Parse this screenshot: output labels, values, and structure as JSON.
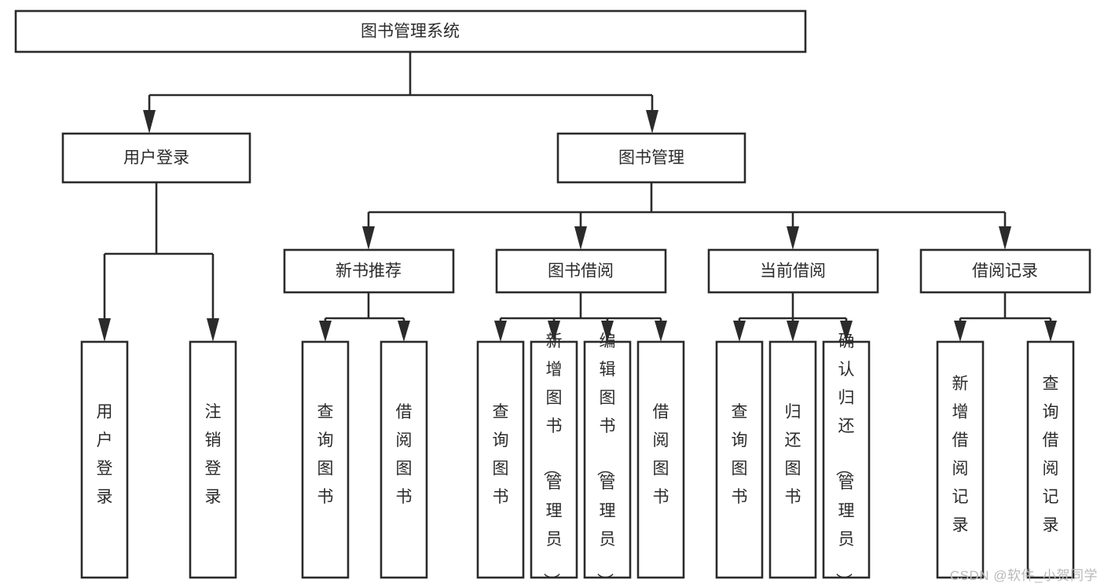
{
  "diagram": {
    "type": "hierarchy-tree",
    "orientation": "top-down",
    "root": {
      "id": "root",
      "label": "图书管理系统",
      "text_orientation": "horizontal"
    },
    "level2": [
      {
        "id": "user-login",
        "label": "用户登录",
        "text_orientation": "horizontal"
      },
      {
        "id": "book-management",
        "label": "图书管理",
        "text_orientation": "horizontal"
      }
    ],
    "level3": [
      {
        "id": "new-book-recommend",
        "label": "新书推荐",
        "parent": "book-management",
        "text_orientation": "horizontal"
      },
      {
        "id": "book-borrow",
        "label": "图书借阅",
        "parent": "book-management",
        "text_orientation": "horizontal"
      },
      {
        "id": "current-borrow",
        "label": "当前借阅",
        "parent": "book-management",
        "text_orientation": "horizontal"
      },
      {
        "id": "borrow-record",
        "label": "借阅记录",
        "parent": "book-management",
        "text_orientation": "horizontal"
      }
    ],
    "leaves": [
      {
        "id": "leaf-user-login",
        "label": "用户登录",
        "parent": "user-login",
        "text_orientation": "vertical"
      },
      {
        "id": "leaf-user-logout",
        "label": "注销登录",
        "parent": "user-login",
        "text_orientation": "vertical"
      },
      {
        "id": "leaf-query-book-1",
        "label": "查询图书",
        "parent": "new-book-recommend",
        "text_orientation": "vertical"
      },
      {
        "id": "leaf-borrow-book-1",
        "label": "借阅图书",
        "parent": "new-book-recommend",
        "text_orientation": "vertical"
      },
      {
        "id": "leaf-query-book-2",
        "label": "查询图书",
        "parent": "book-borrow",
        "text_orientation": "vertical"
      },
      {
        "id": "leaf-add-book",
        "label": "新增图书（管理员）",
        "parent": "book-borrow",
        "text_orientation": "vertical"
      },
      {
        "id": "leaf-edit-book",
        "label": "编辑图书（管理员）",
        "parent": "book-borrow",
        "text_orientation": "vertical"
      },
      {
        "id": "leaf-borrow-book-2",
        "label": "借阅图书",
        "parent": "book-borrow",
        "text_orientation": "vertical"
      },
      {
        "id": "leaf-query-book-3",
        "label": "查询图书",
        "parent": "current-borrow",
        "text_orientation": "vertical"
      },
      {
        "id": "leaf-return-book",
        "label": "归还图书",
        "parent": "current-borrow",
        "text_orientation": "vertical"
      },
      {
        "id": "leaf-confirm-return",
        "label": "确认归还（管理员）",
        "parent": "current-borrow",
        "text_orientation": "vertical"
      },
      {
        "id": "leaf-add-record",
        "label": "新增借阅记录",
        "parent": "borrow-record",
        "text_orientation": "vertical"
      },
      {
        "id": "leaf-query-record",
        "label": "查询借阅记录",
        "parent": "borrow-record",
        "text_orientation": "vertical"
      }
    ],
    "colors": {
      "box_stroke": "#2b2b2b",
      "box_fill": "#ffffff",
      "connector": "#2b2b2b",
      "text": "#2b2b2b",
      "background": "#ffffff",
      "watermark": "#b9b9b9"
    }
  },
  "watermark": {
    "label": "CSDN @软件_小贺同学"
  }
}
